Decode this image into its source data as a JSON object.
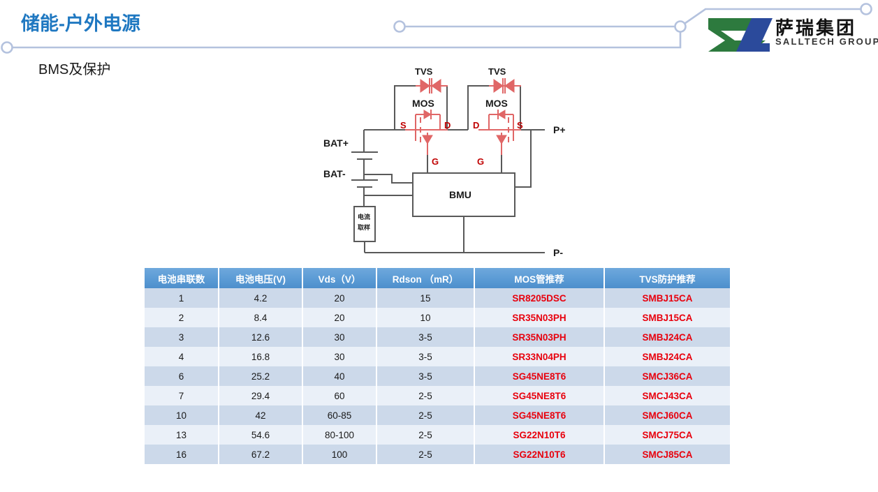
{
  "header": {
    "title": "储能-户外电源",
    "decoration": {
      "line_color": "#b4c2de",
      "node_count": 4
    },
    "logo": {
      "mark_name": "salltech-sl-mark",
      "mark_green": "#2d7a3e",
      "mark_blue": "#2b4a9b",
      "cn_name": "萨瑞集团",
      "en_name": "SALLTECH GROUP"
    },
    "title_color": "#1f78c1"
  },
  "section": {
    "subtitle": "BMS及保护"
  },
  "diagram": {
    "name": "bms-protection-circuit",
    "labels": {
      "tvs_left": "TVS",
      "tvs_right": "TVS",
      "mos_left": "MOS",
      "mos_right": "MOS",
      "s_left": "S",
      "d_left": "D",
      "g_left": "G",
      "d_right": "D",
      "s_right": "S",
      "g_right": "G",
      "bat_plus": "BAT+",
      "bat_minus": "BAT-",
      "p_plus": "P+",
      "p_minus": "P-",
      "bmu": "BMU",
      "current_sense_line1": "电流",
      "current_sense_line2": "取样"
    },
    "colors": {
      "wire": "#595959",
      "component": "#e06666",
      "label": "#1a1a1a",
      "label_red": "#c00000"
    }
  },
  "table": {
    "name": "mos-tvs-selection-table",
    "header_color": "#5b9bd5",
    "row_odd_color": "#ccd9ea",
    "row_even_color": "#eaf0f8",
    "part_color": "#e8000d",
    "columns": [
      "电池串联数",
      "电池电压(V)",
      "Vds（V）",
      "Rdson （mR）",
      "MOS管推荐",
      "TVS防护推荐"
    ],
    "rows": [
      {
        "cells": [
          "1",
          "4.2",
          "20",
          "15",
          "SR8205DSC",
          "SMBJ15CA"
        ]
      },
      {
        "cells": [
          "2",
          "8.4",
          "20",
          "10",
          "SR35N03PH",
          "SMBJ15CA"
        ]
      },
      {
        "cells": [
          "3",
          "12.6",
          "30",
          "3-5",
          "SR35N03PH",
          "SMBJ24CA"
        ]
      },
      {
        "cells": [
          "4",
          "16.8",
          "30",
          "3-5",
          "SR33N04PH",
          "SMBJ24CA"
        ]
      },
      {
        "cells": [
          "6",
          "25.2",
          "40",
          "3-5",
          "SG45NE8T6",
          "SMCJ36CA"
        ]
      },
      {
        "cells": [
          "7",
          "29.4",
          "60",
          "2-5",
          "SG45NE8T6",
          "SMCJ43CA"
        ]
      },
      {
        "cells": [
          "10",
          "42",
          "60-85",
          "2-5",
          "SG45NE8T6",
          "SMCJ60CA"
        ]
      },
      {
        "cells": [
          "13",
          "54.6",
          "80-100",
          "2-5",
          "SG22N10T6",
          "SMCJ75CA"
        ]
      },
      {
        "cells": [
          "16",
          "67.2",
          "100",
          "2-5",
          "SG22N10T6",
          "SMCJ85CA"
        ]
      }
    ]
  }
}
